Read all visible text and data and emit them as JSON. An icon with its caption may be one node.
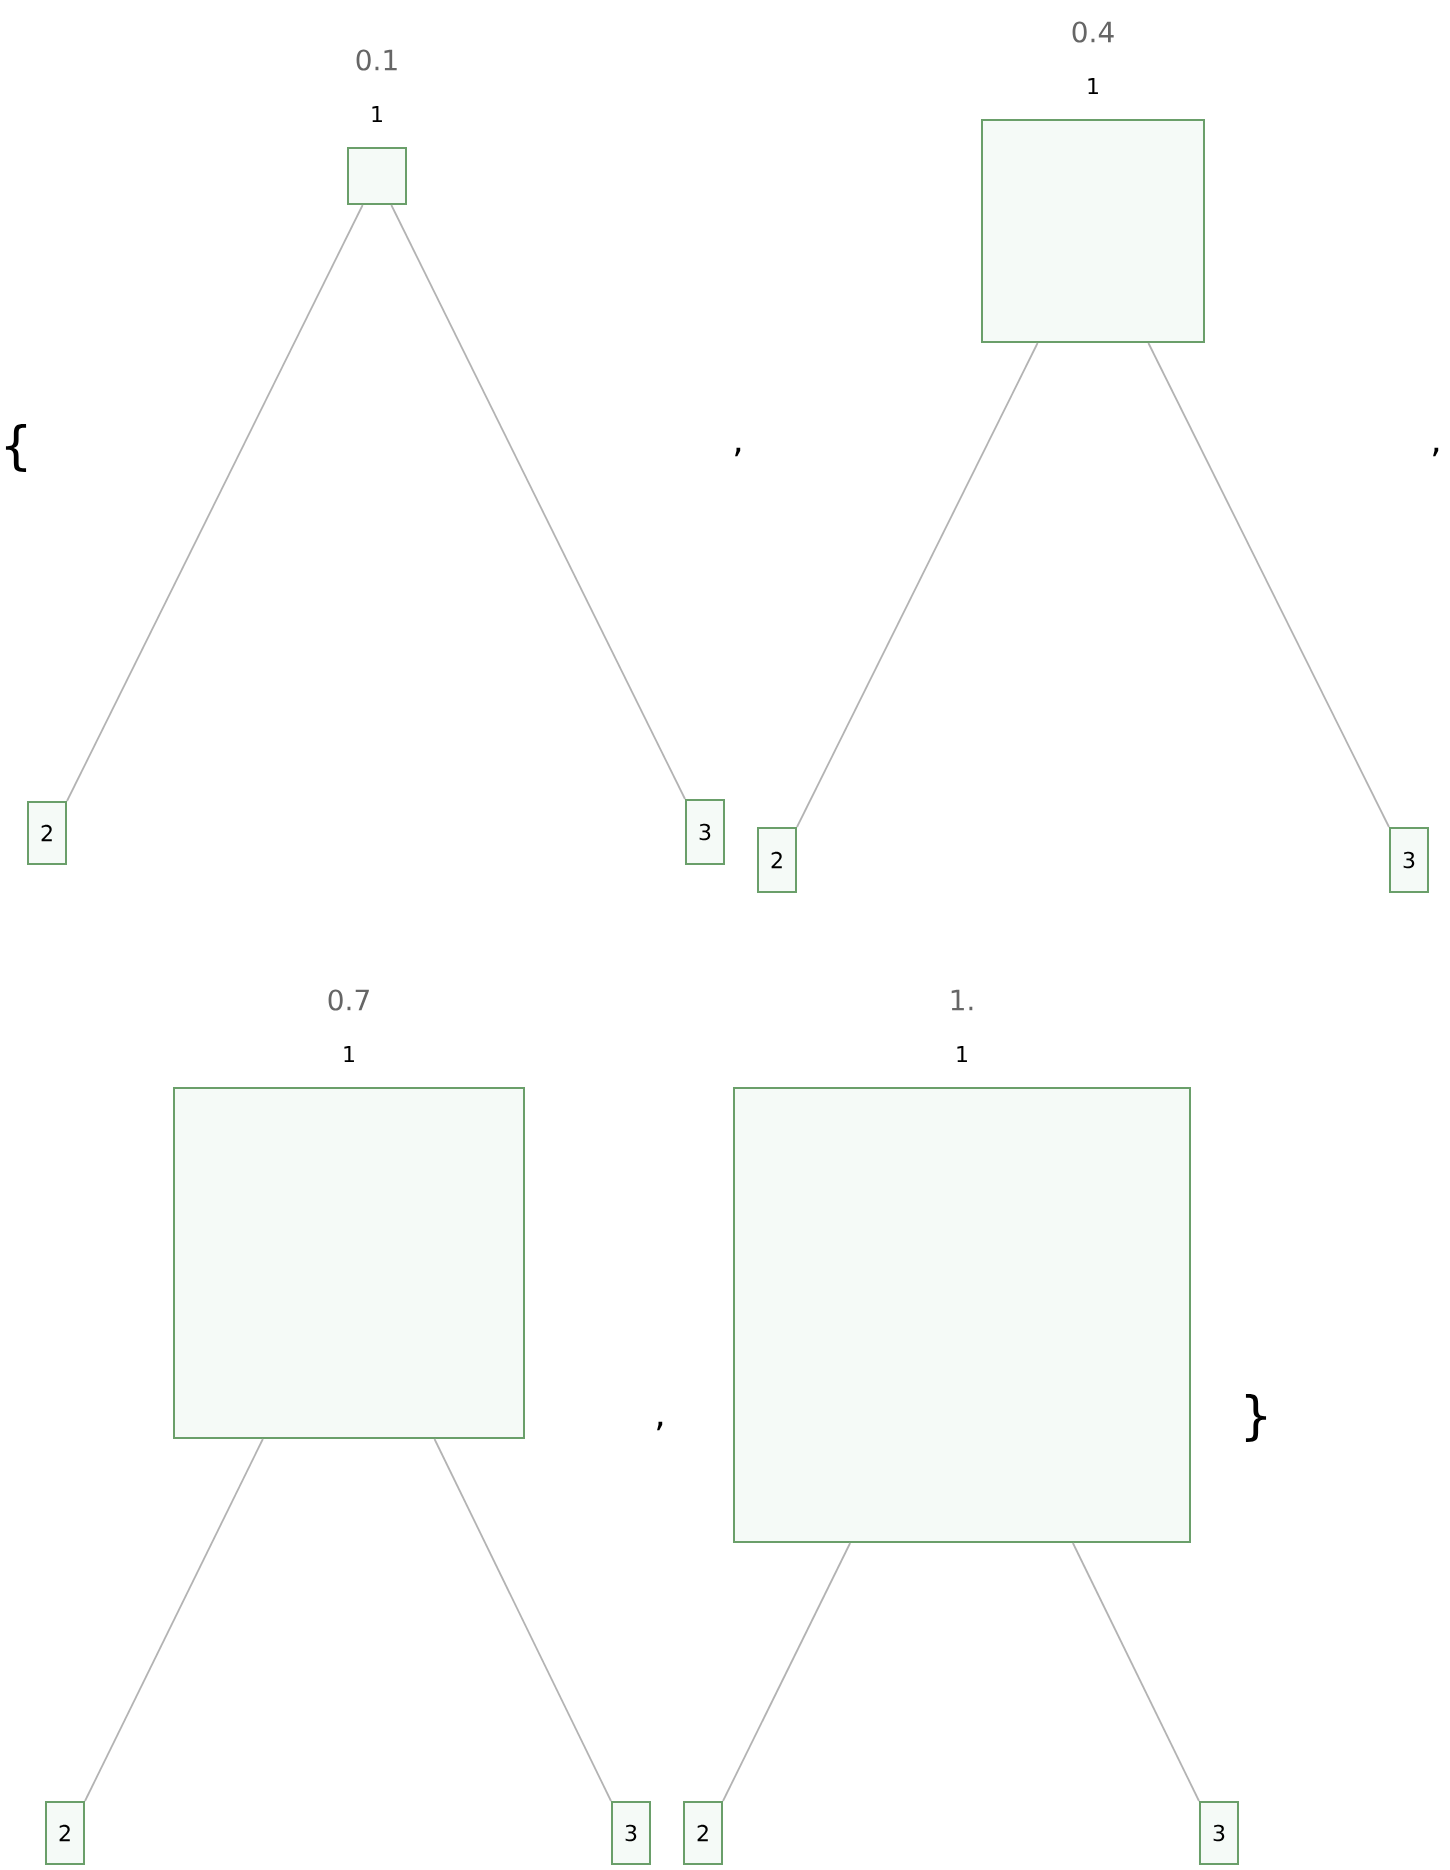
{
  "diagram": {
    "nodes": [
      {
        "text": [
          "1"
        ],
        "beside": [
          "0.1"
        ]
      },
      {
        "text": [
          "2"
        ]
      },
      {
        "text": [
          "3"
        ]
      },
      {
        "text": [
          "1"
        ],
        "beside": [
          "0.4"
        ]
      },
      {
        "text": [
          "2"
        ]
      },
      {
        "text": [
          "3"
        ]
      },
      {
        "text": [
          "1"
        ],
        "beside": [
          "0.7"
        ]
      },
      {
        "text": [
          "2"
        ]
      },
      {
        "text": [
          "3"
        ]
      },
      {
        "text": [
          "1"
        ],
        "beside": [
          "1."
        ]
      },
      {
        "text": [
          "2"
        ]
      },
      {
        "text": [
          "3"
        ]
      }
    ],
    "edges": [
      {
        "from": 0,
        "to": 1,
        "arrow": "none"
      },
      {
        "from": 0,
        "to": 2,
        "arrow": "none"
      },
      {
        "from": 3,
        "to": 4,
        "arrow": "none"
      },
      {
        "from": 3,
        "to": 5,
        "arrow": "none"
      },
      {
        "from": 6,
        "to": 7,
        "arrow": "none"
      },
      {
        "from": 6,
        "to": 8,
        "arrow": "none"
      },
      {
        "from": 9,
        "to": 10,
        "arrow": "none"
      },
      {
        "from": 9,
        "to": 11,
        "arrow": "none"
      }
    ],
    "labels": [
      "{",
      ",",
      ",",
      ",",
      "}"
    ]
  }
}
